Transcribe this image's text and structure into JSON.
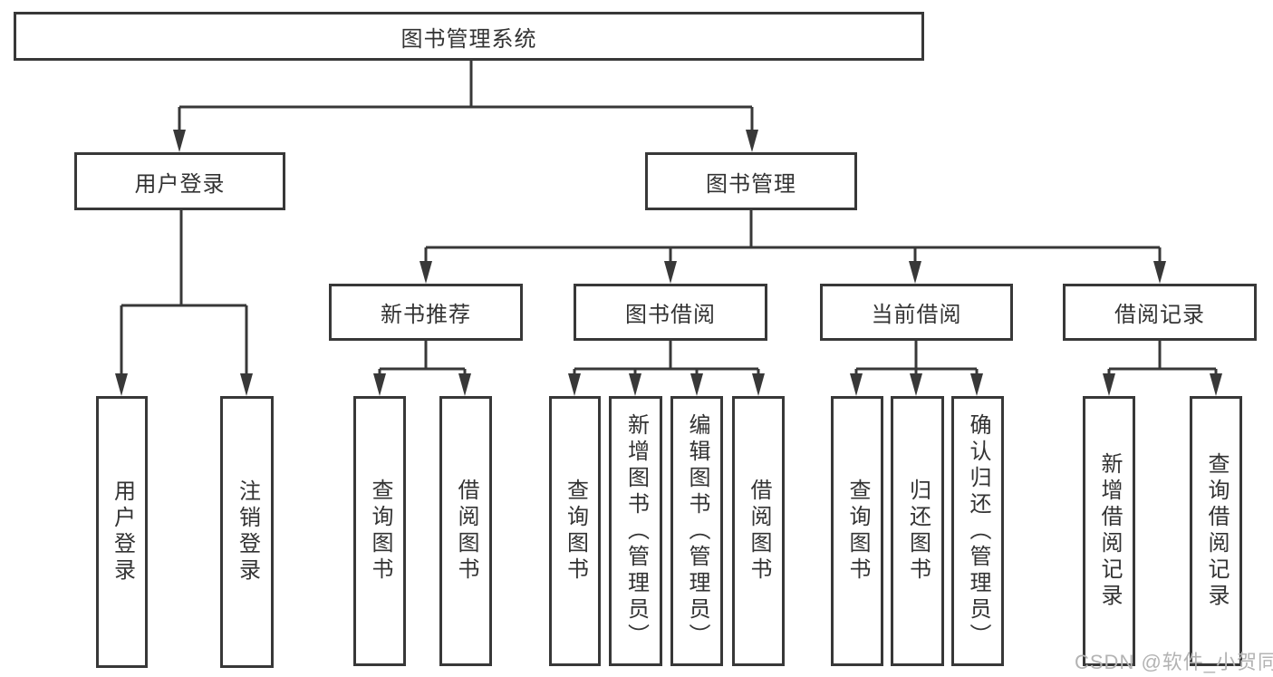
{
  "tree": {
    "root": {
      "label": "图书管理系统",
      "children": [
        {
          "label": "用户登录",
          "children": [
            {
              "label": "用户登录"
            },
            {
              "label": "注销登录"
            }
          ]
        },
        {
          "label": "图书管理",
          "children": [
            {
              "label": "新书推荐",
              "children": [
                {
                  "label": "查询图书"
                },
                {
                  "label": "借阅图书"
                }
              ]
            },
            {
              "label": "图书借阅",
              "children": [
                {
                  "label": "查询图书"
                },
                {
                  "label": "新增图书（管理员）"
                },
                {
                  "label": "编辑图书（管理员）"
                },
                {
                  "label": "借阅图书"
                }
              ]
            },
            {
              "label": "当前借阅",
              "children": [
                {
                  "label": "查询图书"
                },
                {
                  "label": "归还图书"
                },
                {
                  "label": "确认归还（管理员）"
                }
              ]
            },
            {
              "label": "借阅记录",
              "children": [
                {
                  "label": "新增借阅记录"
                },
                {
                  "label": "查询借阅记录"
                }
              ]
            }
          ]
        }
      ]
    }
  },
  "watermark": {
    "text": "CSDN @软件_小贺同学"
  },
  "colors": {
    "line": "#383838",
    "text": "#333333",
    "watermark": "#b3b3b3",
    "background": "#ffffff"
  }
}
